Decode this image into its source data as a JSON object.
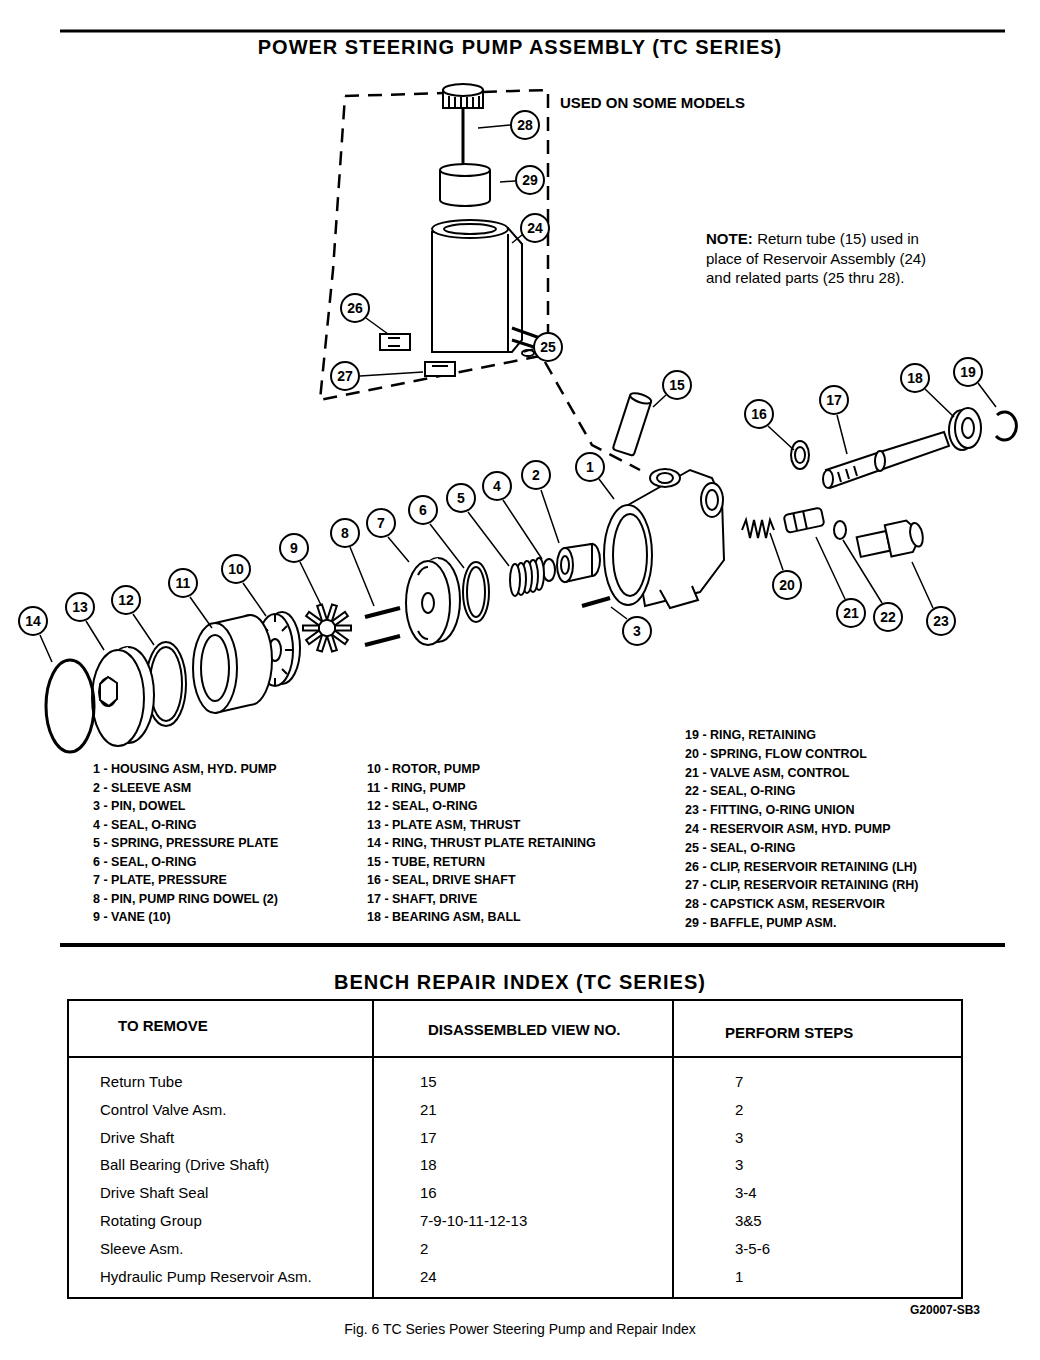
{
  "diagram": {
    "title": "POWER STEERING PUMP ASSEMBLY (TC SERIES)",
    "caption": "Fig. 6 TC Series Power Steering Pump and Repair Index",
    "labels": [
      "USED ON SOME MODELS",
      "NOTE:",
      "Return tube (15) used in place of Reservoir Assembly (24) and related parts (25 thru 28).",
      "28",
      "29",
      "24",
      "26",
      "27",
      "25",
      "15",
      "16",
      "17",
      "18",
      "19",
      "1",
      "2",
      "4",
      "5",
      "6",
      "7",
      "8",
      "9",
      "10",
      "11",
      "12",
      "13",
      "14",
      "3",
      "20",
      "21",
      "22",
      "23",
      "1 - HOUSING ASM, HYD. PUMP",
      "2 - SLEEVE ASM",
      "3 - PIN, DOWEL",
      "4 - SEAL, O-RING",
      "5 - SPRING, PRESSURE PLATE",
      "6 - SEAL, O-RING",
      "7 - PLATE, PRESSURE",
      "8 - PIN, PUMP RING DOWEL (2)",
      "9 - VANE (10)",
      "10 - ROTOR, PUMP",
      "11 - RING, PUMP",
      "12 - SEAL, O-RING",
      "13 - PLATE ASM, THRUST",
      "14 - RING, THRUST PLATE RETAINING",
      "15 - TUBE, RETURN",
      "16 - SEAL, DRIVE SHAFT",
      "17 - SHAFT, DRIVE",
      "18 - BEARING ASM, BALL",
      "19 - RING, RETAINING",
      "20 - SPRING, FLOW CONTROL",
      "21 - VALVE ASM, CONTROL",
      "22 - SEAL, O-RING",
      "23 - FITTING, O-RING UNION",
      "24 - RESERVOIR ASM, HYD. PUMP",
      "25 - SEAL, O-RING",
      "26 - CLIP, RESERVOIR RETAINING (LH)",
      "27 - CLIP, RESERVOIR RETAINING (RH)",
      "28 - CAPSTICK ASM, RESERVOIR",
      "29 - BAFFLE, PUMP ASM.",
      "BENCH REPAIR INDEX (TC SERIES)",
      "TO REMOVE",
      "DISASSEMBLED VIEW NO.",
      "PERFORM STEPS",
      "Return Tube",
      "15",
      "7",
      "Control Valve Asm.",
      "21",
      "2",
      "Drive Shaft",
      "17",
      "3",
      "Ball Bearing (Drive Shaft)",
      "18",
      "3",
      "Drive Shaft Seal",
      "16",
      "3-4",
      "Rotating Group",
      "7-9-10-11-12-13",
      "3&5",
      "Sleeve Asm.",
      "2",
      "3-5-6",
      "Hydraulic Pump Reservoir Asm.",
      "24",
      "1",
      "G20007-SB3"
    ]
  }
}
